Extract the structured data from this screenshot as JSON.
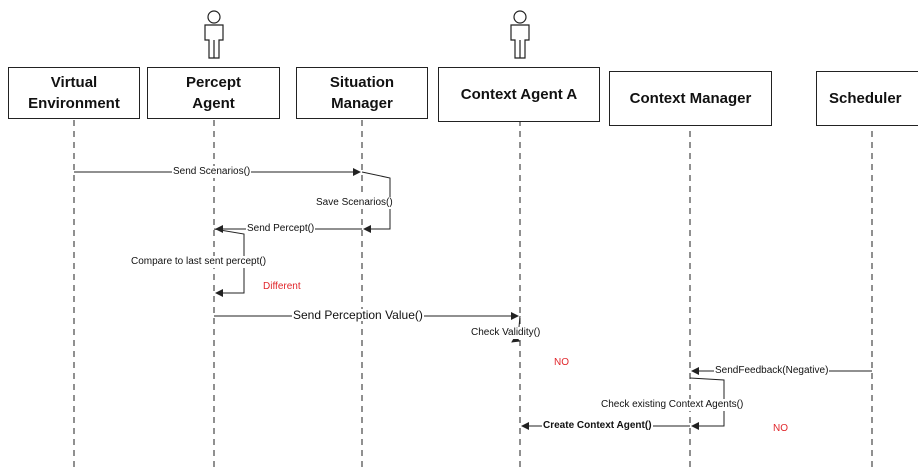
{
  "lifelines": [
    {
      "id": "virtual-environment",
      "label": "Virtual\nEnvironment"
    },
    {
      "id": "percept-agent",
      "label": "Percept\nAgent"
    },
    {
      "id": "situation-manager",
      "label": "Situation\nManager"
    },
    {
      "id": "context-agent-a",
      "label": "Context Agent A"
    },
    {
      "id": "context-manager",
      "label": "Context Manager"
    },
    {
      "id": "scheduler",
      "label": "Scheduler"
    }
  ],
  "messages": {
    "send_scenarios": "Send Scenarios()",
    "save_scenarios": "Save Scenarios()",
    "send_percept": "Send Percept()",
    "compare": "Compare to last sent percept()",
    "different": "Different",
    "send_perception_value": "Send Perception Value()",
    "check_validity": "Check Validity()",
    "no_1": "NO",
    "send_feedback": "SendFeedback(Negative)",
    "check_existing": "Check existing Context Agents()",
    "create_context_agent": "Create Context Agent()",
    "no_2": "NO"
  },
  "colors": {
    "line": "#222222",
    "highlight": "#e0262b"
  },
  "icons": [
    "actor-icon-percept-agent",
    "actor-icon-context-agent-a"
  ]
}
